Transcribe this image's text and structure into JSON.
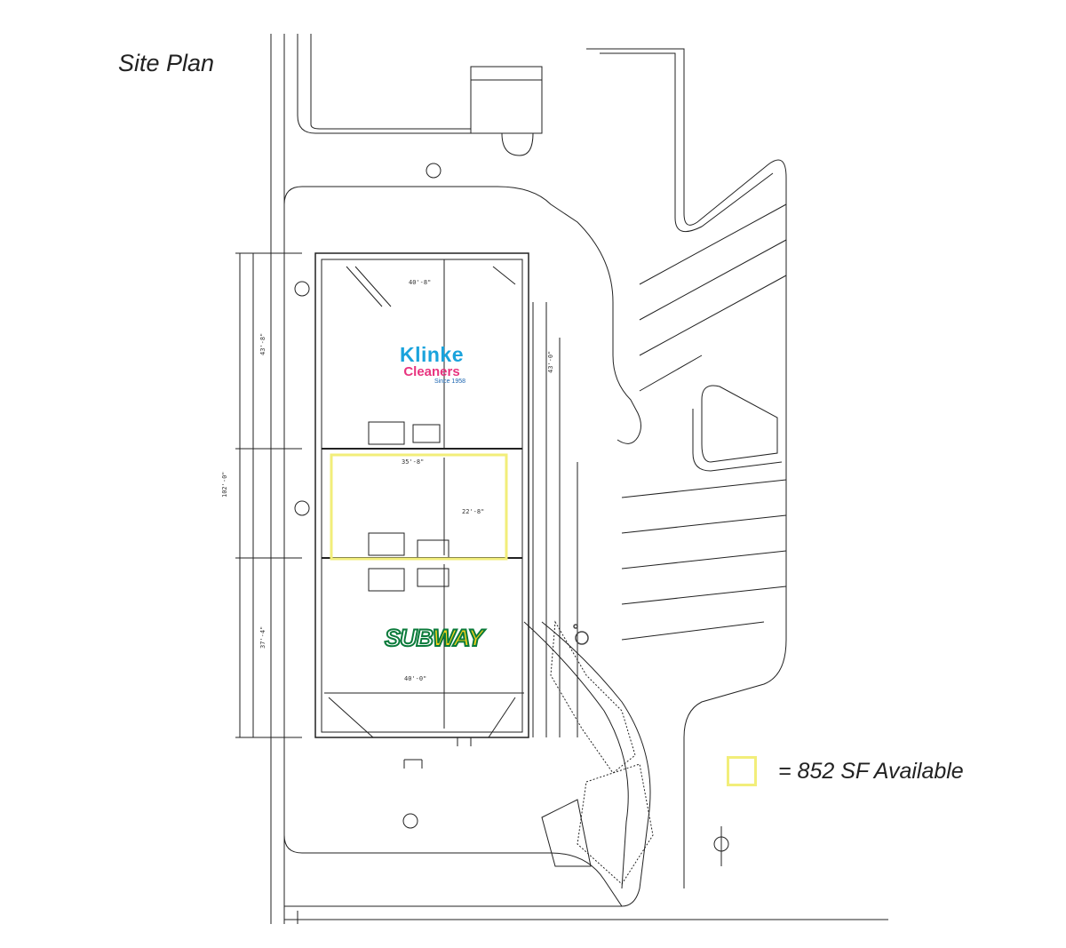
{
  "title": "Site Plan",
  "legend": {
    "label": "= 852 SF Available",
    "color": "#f2ee7a"
  },
  "tenants": {
    "klinke": {
      "name": "Klinke",
      "subtitle": "Cleaners",
      "since": "Since 1958",
      "colors": {
        "name": "#1aa3dc",
        "subtitle": "#e8347f"
      }
    },
    "subway": {
      "name_part1": "SUB",
      "name_part2": "WAY",
      "colors": {
        "fill": "#ffffff",
        "accent": "#f6d21b",
        "outline": "#0a7a3a"
      }
    }
  },
  "dimensions": {
    "overall_height": "102'-0\"",
    "left_upper": "43'-8\"",
    "left_lower": "37'-4\"",
    "available_width": "22'-8\"",
    "available_depth": "35'-8\"",
    "top_depth": "40'-8\"",
    "bottom_depth": "40'-0\"",
    "right_total": "43'-0\""
  },
  "icons": [
    "north-arrow-icon",
    "accessible-parking-icon"
  ]
}
